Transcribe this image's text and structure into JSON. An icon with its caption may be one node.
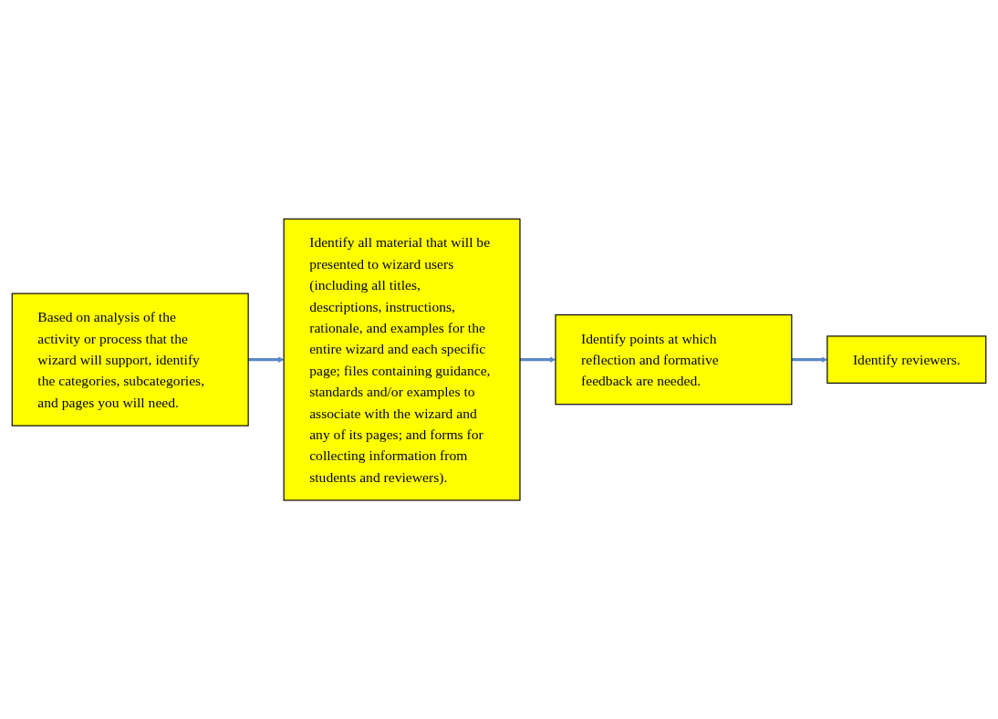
{
  "diagram": {
    "nodes": [
      {
        "text": [
          "Based on analysis of the activity or process that the wizard will support, identify the categories, subcategories, and pages you will need."
        ]
      },
      {
        "text": [
          "Identify all material that will be presented to wizard users (including all titles, descriptions, instructions, rationale, and examples for the entire wizard and each specific page; files containing guidance, standards and/or examples to associate with the wizard and any of its pages; and forms for collecting information from students and reviewers)."
        ]
      },
      {
        "text": [
          "Identify points at which reflection and formative feedback are needed."
        ]
      },
      {
        "text": [
          "Identify reviewers."
        ]
      }
    ],
    "edges": [
      {
        "from": 0,
        "to": 1,
        "arrow": "to"
      },
      {
        "from": 1,
        "to": 2,
        "arrow": "to"
      },
      {
        "from": 2,
        "to": 3,
        "arrow": "to"
      }
    ]
  }
}
